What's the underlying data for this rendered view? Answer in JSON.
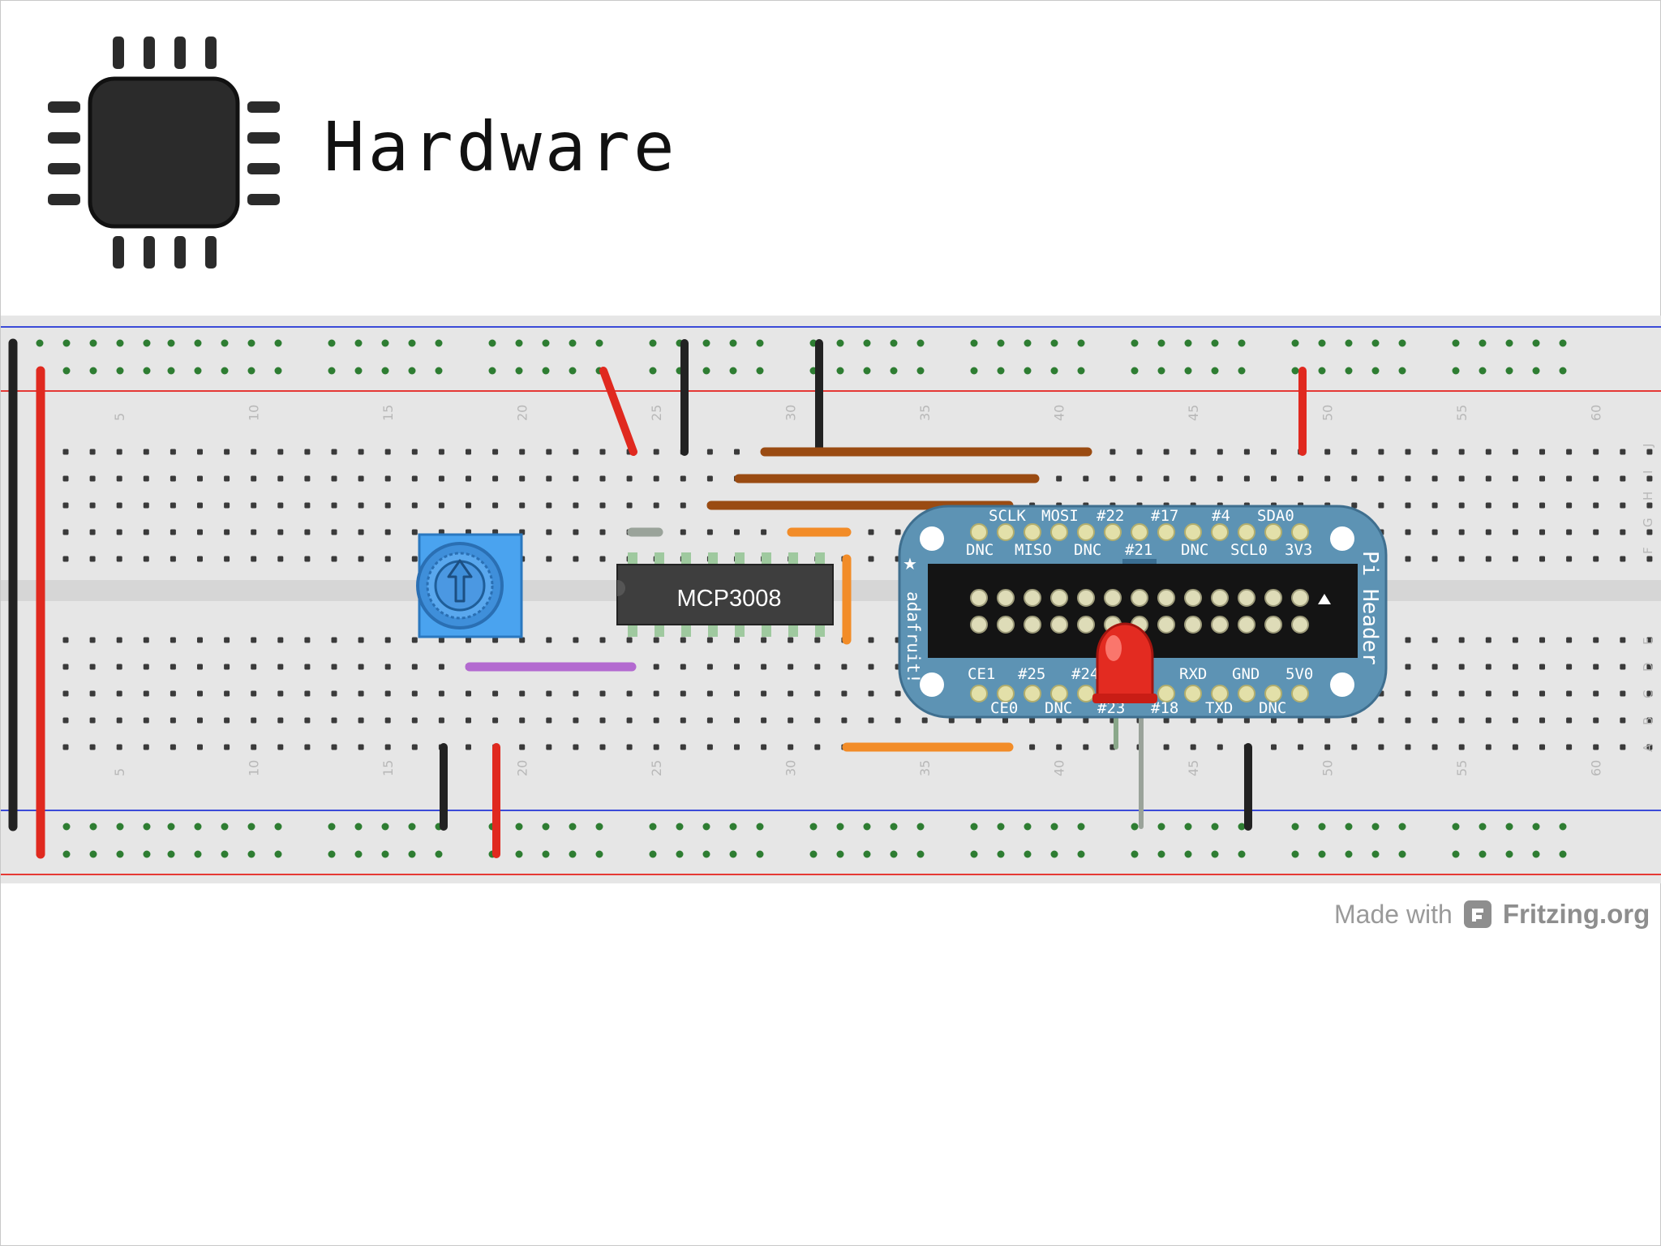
{
  "slide": {
    "title": "Hardware",
    "icon": "chip-icon"
  },
  "breadboard": {
    "column_labels": [
      "5",
      "10",
      "15",
      "20",
      "25",
      "30",
      "35",
      "40",
      "45",
      "50",
      "55",
      "60"
    ],
    "row_labels_top": [
      "J",
      "I",
      "H",
      "G",
      "F"
    ],
    "row_labels_bottom": [
      "E",
      "D",
      "C",
      "B",
      "A"
    ]
  },
  "components": {
    "adc_chip_label": "MCP3008",
    "potentiometer": "potentiometer-icon",
    "led": "red-led-icon"
  },
  "pi_header": {
    "title": "Pi Header",
    "brand": "adafruit!",
    "top_row_upper": [
      "SCLK",
      "MOSI",
      "#22",
      "#17",
      "#4",
      "SDA0"
    ],
    "top_row_lower": [
      "DNC",
      "MISO",
      "DNC",
      "#21",
      "DNC",
      "SCL0",
      "3V3"
    ],
    "bottom_row_upper": [
      "CE1",
      "#25",
      "#24",
      "RXD",
      "GND",
      "5V0"
    ],
    "bottom_row_lower": [
      "CE0",
      "DNC",
      "#23",
      "#18",
      "TXD",
      "DNC"
    ]
  },
  "credit": {
    "made_with": "Made with",
    "brand": "Fritzing.org",
    "icon": "fritzing-logo-icon"
  },
  "colors": {
    "board": "#e6e6e6",
    "rail_red": "#e53935",
    "rail_blue": "#3b4bd8",
    "wire_red": "#e0291f",
    "wire_black": "#222222",
    "wire_brown": "#9a4b12",
    "wire_orange": "#f28c28",
    "wire_purple": "#b36ad0",
    "pi_header_blue": "#5d93b4"
  }
}
